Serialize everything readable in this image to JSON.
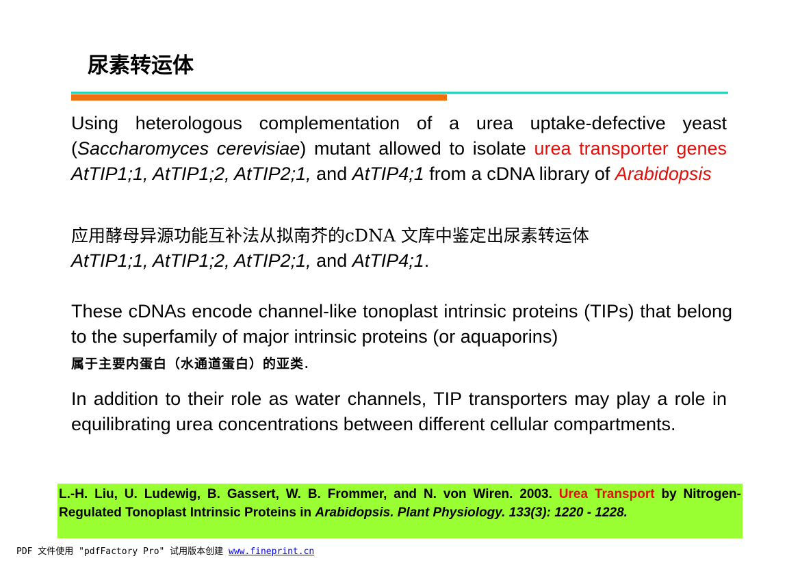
{
  "colors": {
    "accent_red": "#e0100a",
    "rule_teal": "#2bd0b8",
    "rule_orange": "#f07010",
    "citation_bg": "#99ff33"
  },
  "title": "尿素转运体",
  "para1": {
    "t1": "Using heterologous complementation of a urea uptake-defective yeast (",
    "species": "Saccharomyces cerevisiae",
    "t2": ") mutant allowed to isolate ",
    "red": "urea transporter genes",
    "t3": " ",
    "genes": "AtTIP1;1, AtTIP1;2, AtTIP2;1,",
    "t4": " and ",
    "gene4": "AtTIP4;1",
    "t5": " from a cDNA library of ",
    "org": "Arabidopsis"
  },
  "para2": {
    "cn": "应用酵母异源功能互补法从拟南芥的cDNA  文库中鉴定出尿素转运体",
    "genes": "AtTIP1;1, AtTIP1;2, AtTIP2;1,",
    "and": " and ",
    "gene4": "AtTIP4;1",
    "end": "."
  },
  "para3": {
    "en": "These cDNAs encode channel-like tonoplast intrinsic proteins (TIPs) that belong to the superfamily of major intrinsic proteins (or aquaporins)",
    "cn": "属于主要内蛋白（水通道蛋白）的亚类",
    "end": "."
  },
  "para4": {
    "text": "In addition to their role as water channels, TIP transporters may play a role in equilibrating urea concentrations between different cellular compartments."
  },
  "citation": {
    "authors": "L.-H. Liu, U. Ludewig, B. Gassert, W. B. Frommer, and N. von Wiren. 2003. ",
    "red": "Urea Transport",
    "rest": " by Nitrogen-Regulated Tonoplast Intrinsic Proteins in ",
    "italic": "Arabidopsis. Plant Physiology. 133(3): 1220 - 1228."
  },
  "footer": {
    "text": "PDF 文件使用 \"pdfFactory Pro\" 试用版本创建 ",
    "link": "www.fineprint.cn"
  }
}
